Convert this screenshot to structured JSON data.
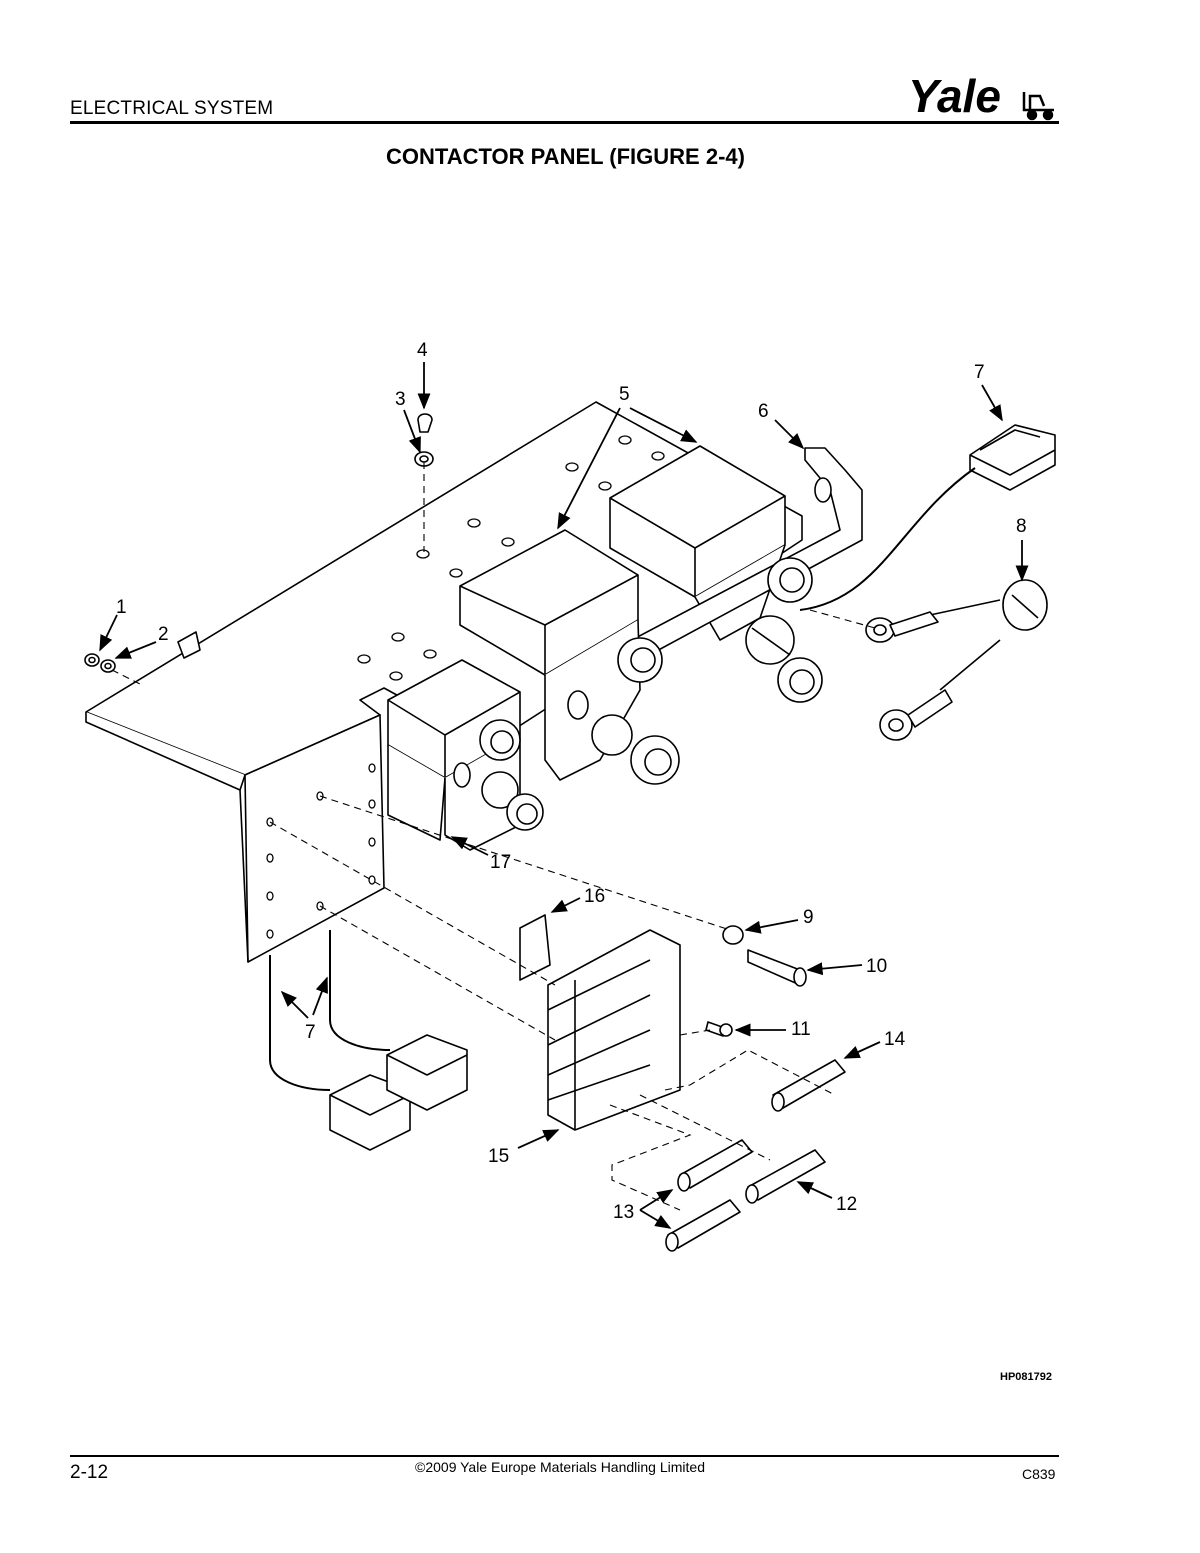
{
  "header": {
    "section_title": "ELECTRICAL SYSTEM",
    "logo_text": "Yale"
  },
  "figure": {
    "title": "CONTACTOR PANEL (FIGURE 2-4)",
    "drawing_id": "HP081792",
    "callouts": {
      "c1": "1",
      "c2": "2",
      "c3": "3",
      "c4": "4",
      "c5": "5",
      "c6": "6",
      "c7_top": "7",
      "c7_bottom": "7",
      "c8": "8",
      "c9": "9",
      "c10": "10",
      "c11": "11",
      "c12": "12",
      "c13": "13",
      "c14": "14",
      "c15": "15",
      "c16": "16",
      "c17": "17"
    }
  },
  "footer": {
    "page_number": "2-12",
    "copyright": "©2009 Yale Europe Materials Handling Limited",
    "doc_code": "C839"
  }
}
